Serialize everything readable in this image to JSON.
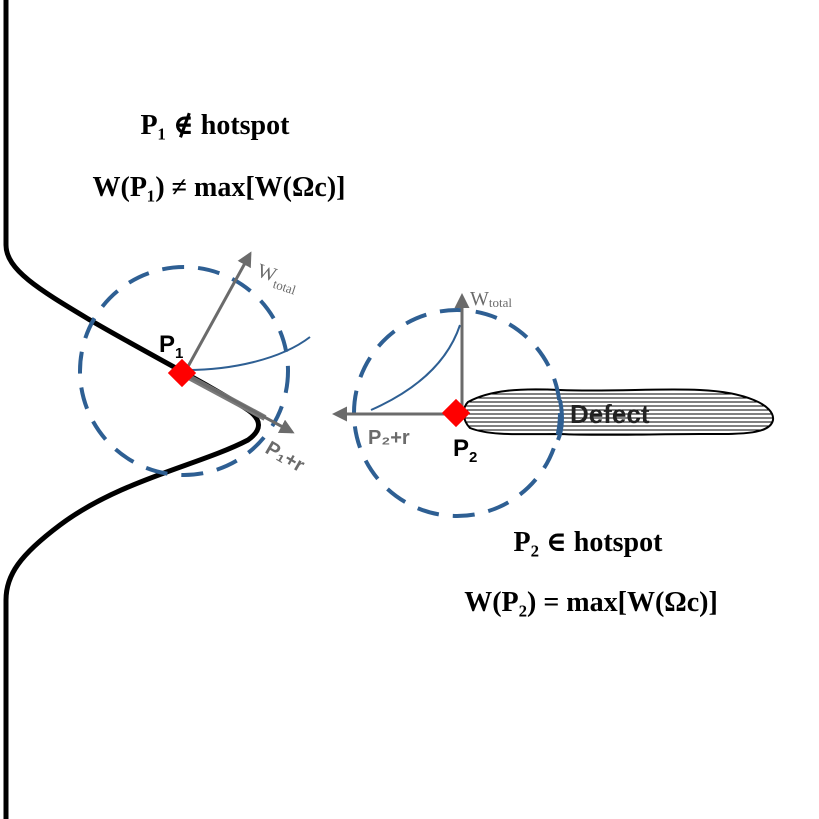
{
  "statements": {
    "p1_membership": "P₁ ∉ hotspot",
    "p1_value": "W(P₁) ≠ max[W(Ωc)]",
    "p2_membership": "P₂ ∈ hotspot",
    "p2_value": "W(P₂) = max[W(Ωc)]"
  },
  "point1": {
    "label": "P",
    "label_sub": "1",
    "w_label": "W",
    "w_sub": "total",
    "r_label": "P₁+r"
  },
  "point2": {
    "label": "P",
    "label_sub": "2",
    "w_label": "W",
    "w_sub": "total",
    "r_label": "P₂+r"
  },
  "defect": {
    "label": "Defect"
  },
  "colors": {
    "circle": "#2e5f93",
    "arrow": "#6b6b6b",
    "marker": "#ff0000",
    "boundary": "#000000"
  }
}
